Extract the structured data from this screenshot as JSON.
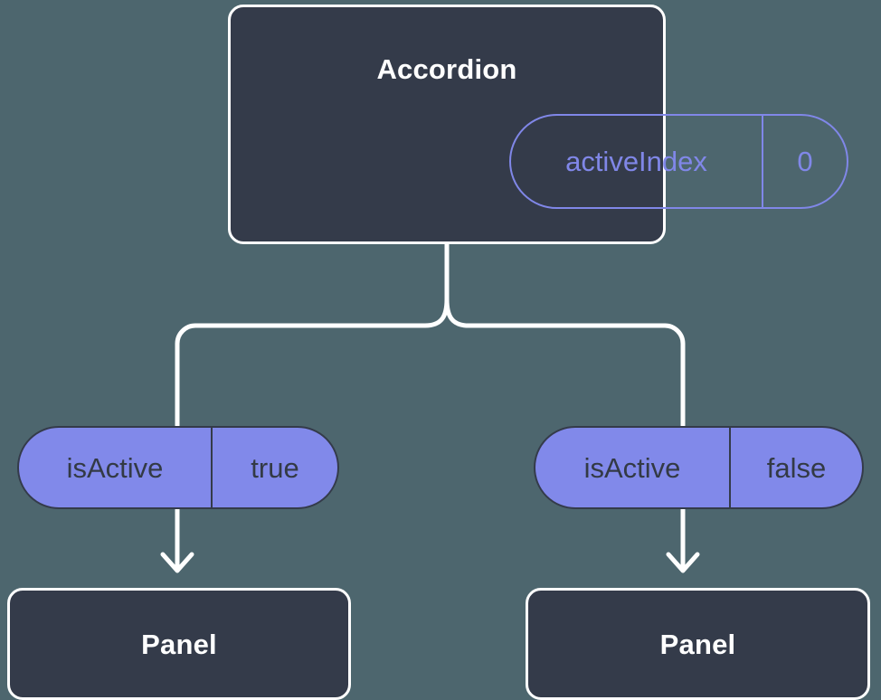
{
  "diagram": {
    "title_node": {
      "label": "Accordion",
      "state": {
        "key": "activeIndex",
        "value": "0"
      }
    },
    "branches": [
      {
        "prop": {
          "key": "isActive",
          "value": "true"
        },
        "child": {
          "label": "Panel"
        }
      },
      {
        "prop": {
          "key": "isActive",
          "value": "false"
        },
        "child": {
          "label": "Panel"
        }
      }
    ],
    "colors": {
      "background": "#4d666e",
      "node_fill": "#343b4a",
      "node_border": "#ffffff",
      "accent_purple": "#8087e8",
      "pill_fill": "#8189ea",
      "pill_text": "#333a45",
      "connector": "#ffffff"
    }
  }
}
